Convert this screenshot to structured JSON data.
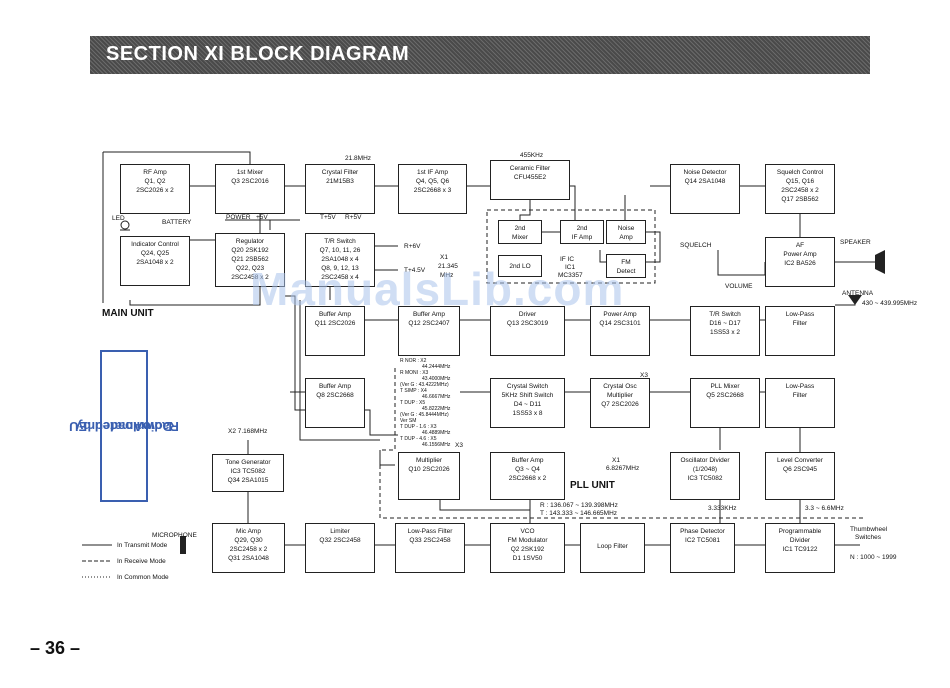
{
  "title": "SECTION  XI  BLOCK DIAGRAM",
  "blocks": {
    "rf_amp": [
      "RF Amp",
      "Q1, Q2",
      "2SC2026 x 2"
    ],
    "mixer1": [
      "1st Mixer",
      "",
      "Q3  2SC2016"
    ],
    "crystal_filter": [
      "Crystal Filter",
      "",
      "21M15B3"
    ],
    "if1": [
      "1st IF Amp",
      "Q4, Q5, Q6",
      "2SC2668 x 3"
    ],
    "ceramic": [
      "Ceramic Filter",
      "",
      "CFU455E2"
    ],
    "noise_det": [
      "Noise Detector",
      "",
      "Q14  2SA1048"
    ],
    "squelch_ctrl": [
      "Squelch Control",
      "Q15, Q16",
      "2SC2458 x 2",
      "Q17  2SB562"
    ],
    "mixer2": [
      "2nd",
      "Mixer"
    ],
    "if2": [
      "2nd",
      "IF Amp"
    ],
    "noise_amp": [
      "Noise",
      "Amp"
    ],
    "lo2": [
      "2nd LO"
    ],
    "fm_det": [
      "FM",
      "Detect"
    ],
    "af": [
      "AF",
      "Power Amp",
      "IC2  BA526"
    ],
    "indicator": [
      "Indicator Control",
      "Q24, Q25",
      "2SA1048 x 2"
    ],
    "regulator": [
      "Regulator",
      "Q20  2SK192",
      "Q21  2SB562",
      "Q22, Q23",
      "2SC2458 x 2"
    ],
    "tr_sw": [
      "T/R Switch",
      "Q7, 10, 11, 26",
      "2SA1048 x 4",
      "Q8, 9, 12, 13",
      "2SC2458 x 4"
    ],
    "buf1": [
      "Buffer Amp",
      "",
      "Q11  2SC2026"
    ],
    "buf2": [
      "Buffer Amp",
      "",
      "Q12  2SC2407"
    ],
    "driver": [
      "Driver",
      "",
      "Q13  2SC3019"
    ],
    "power_amp": [
      "Power Amp",
      "",
      "Q14  2SC3101"
    ],
    "tr_sw2": [
      "T/R Switch",
      "D16 ~ D17",
      "1SS53 x 2"
    ],
    "lpf1": [
      "Low-Pass",
      "",
      "Filter"
    ],
    "buf3": [
      "Buffer Amp",
      "",
      "Q8  2SC2668"
    ],
    "xtal_sw": [
      "Crystal Switch",
      "5KHz Shift Switch",
      "D4 ~ D11",
      "1SS53 x 8"
    ],
    "xtal_osc": [
      "Crystal Osc",
      "Multiplier",
      "Q7  2SC2026"
    ],
    "pll_mixer": [
      "PLL Mixer",
      "",
      "Q5  2SC2668"
    ],
    "lpf2": [
      "Low-Pass",
      "",
      "Filter"
    ],
    "tone": [
      "Tone Generator",
      "IC3  TC5082",
      "Q34  2SA1015"
    ],
    "multiplier": [
      "Multiplier",
      "",
      "Q10  2SC2026"
    ],
    "buf4": [
      "Buffer Amp",
      "Q3 ~ Q4",
      "2SC2668 x 2"
    ],
    "osc_div": [
      "Oscillator Divider",
      "(1/2048)",
      "IC3  TC5082"
    ],
    "level_conv": [
      "Level Converter",
      "",
      "Q6  2SC945"
    ],
    "mic_amp": [
      "Mic Amp",
      "Q29, Q30",
      "2SC2458 x 2",
      "Q31  2SA1048"
    ],
    "limiter": [
      "Limiter",
      "",
      "Q32  2SC2458"
    ],
    "lpf3": [
      "Low-Pass Filter",
      "",
      "Q33  2SC2458"
    ],
    "vco": [
      "VCO",
      "FM Modulator",
      "Q2  2SK192",
      "D1  1SV50"
    ],
    "loop": [
      "Loop Filter"
    ],
    "phase_det": [
      "Phase Detector",
      "",
      "IC2  TC5081"
    ],
    "prog_div": [
      "Programmable",
      "Divider",
      "IC1  TC9122"
    ]
  },
  "labels": {
    "f218": "21.8MHz",
    "f455": "455KHz",
    "led": "LED",
    "battery": "BATTERY",
    "power": "POWER",
    "p5v": "+5V",
    "t5v": "T+5V",
    "r5v": "R+5V",
    "r6v": "R+6V",
    "t45v": "T+4.5V",
    "x1": "X1",
    "x1f": "21.345",
    "mhz": "MHz",
    "ific": "IF IC",
    "ic1": "IC1",
    "mc": "MC3357",
    "squelch": "SQUELCH",
    "volume": "VOLUME",
    "speaker": "SPEAKER",
    "antenna": "ANTENNA",
    "ant_range": "430 ~ 439.995MHz",
    "main_unit": "MAIN UNIT",
    "pll_unit": "PLL  UNIT",
    "x3a": "X3",
    "x3b": "X3",
    "x2": "X2 7.168MHz",
    "x1b": "X1",
    "x1bf": "6.8267MHz",
    "f3333": "3.333KHz",
    "f33": "3.3 ~ 6.6MHz",
    "r_freq": "R : 136.067 ~ 139.398MHz",
    "t_freq": "T : 143.333 ~ 146.665MHz",
    "thumb": "Thumbwheel",
    "switches": "Switches",
    "thumb_n": "N : 1000 ~ 1999",
    "mic": "MICROPHONE",
    "leg_t": "In Transmit Mode",
    "leg_r": "In Receive Mode",
    "leg_c": "In Common Mode",
    "dl1": "Downloaded by",
    "dl2": "RadioAmateur.EU",
    "watermark": "ManualsLib.com",
    "page": "– 36 –",
    "modes": [
      "R NOR : X2",
      "44.2444MHz",
      "R MONI : X3",
      "43.4000MHz",
      "(Ver G : 43.4222MHz)",
      "T SIMP : X4",
      "46.6667MHz",
      "T DUP : X5",
      "45.8222MHz",
      "(Ver G : 45.8444MHz)",
      "Ver SM",
      "T DUP - 1.6 : X3",
      "46.4889MHz",
      "T DUP - 4.6 : X5",
      "46.1556MHz"
    ]
  }
}
